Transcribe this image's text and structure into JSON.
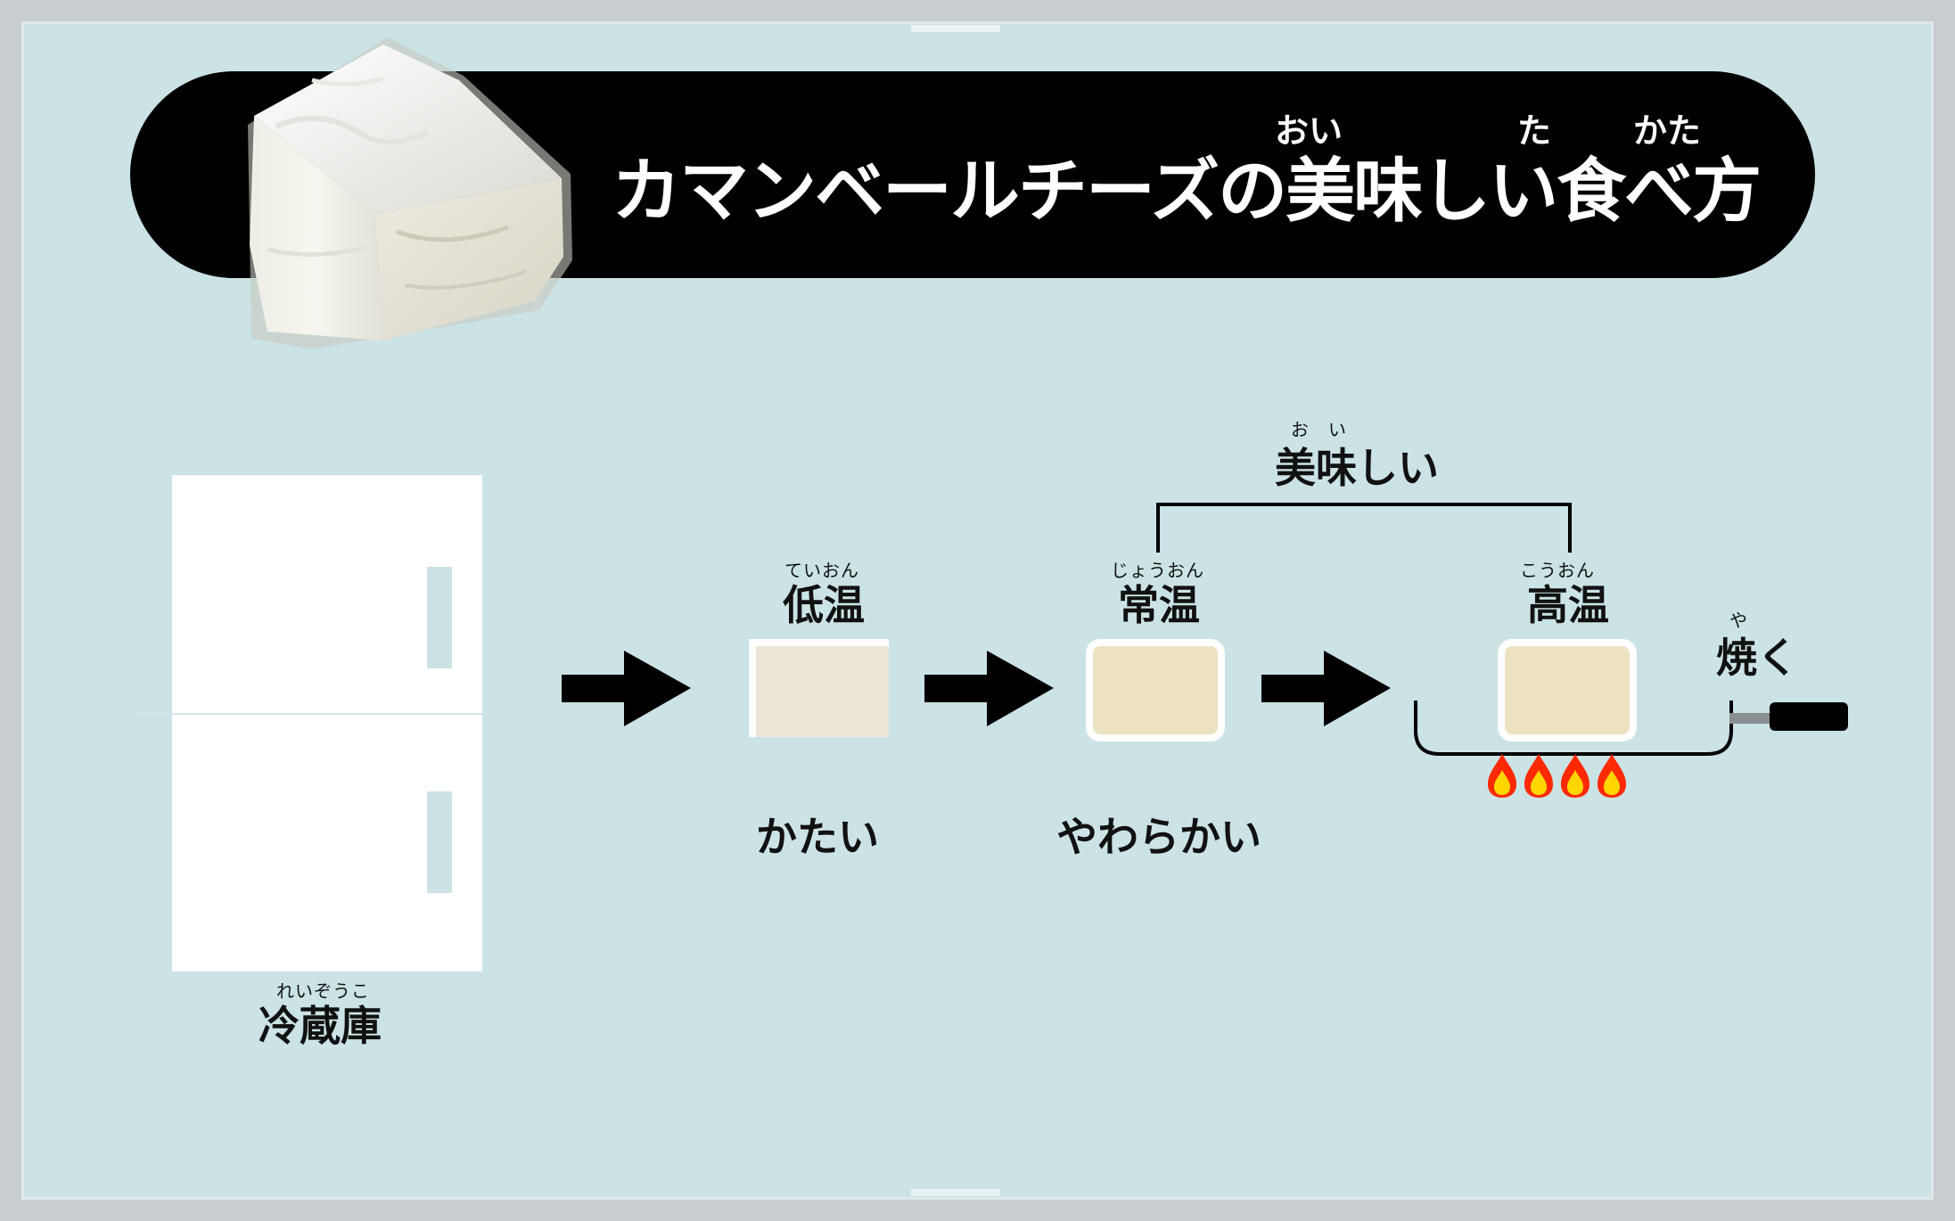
{
  "title": {
    "main": "カマンベールチーズの美味しい食べ方",
    "ruby_oi": "おい",
    "ruby_ta": "た",
    "ruby_kata": "かた"
  },
  "fridge": {
    "label": "冷蔵庫",
    "ruby": "れいぞうこ"
  },
  "stages": [
    {
      "label": "低温",
      "ruby": "ていおん",
      "texture": "かたい"
    },
    {
      "label": "常温",
      "ruby": "じょうおん",
      "texture": "やわらかい"
    },
    {
      "label": "高温",
      "ruby": "こうおん"
    }
  ],
  "bracket": {
    "label": "美味しい",
    "ruby": "お　い"
  },
  "bake": {
    "label": "焼く",
    "ruby": "や"
  },
  "colors": {
    "background": "#cbe3e5",
    "banner": "#000000",
    "cheese_cold": "#ebe6d8",
    "cheese_warm": "#ece2c2",
    "flame_outer": "#ff2a00",
    "flame_inner": "#ffd600"
  }
}
